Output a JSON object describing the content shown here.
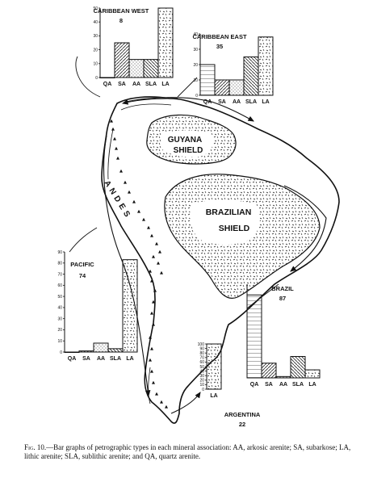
{
  "categories": [
    "QA",
    "SA",
    "AA",
    "SLA",
    "LA"
  ],
  "chart_data": [
    {
      "type": "bar",
      "title": "CARIBBEAN WEST",
      "count": "8",
      "categories": [
        "QA",
        "SA",
        "AA",
        "SLA",
        "LA"
      ],
      "values": [
        0,
        25,
        13,
        13,
        50
      ],
      "ylim": [
        0,
        50
      ],
      "yticks": [
        "0",
        "10",
        "20",
        "30",
        "40",
        "50"
      ]
    },
    {
      "type": "bar",
      "title": "CARIBBEAN EAST",
      "count": "35",
      "categories": [
        "QA",
        "SA",
        "AA",
        "SLA",
        "LA"
      ],
      "values": [
        20,
        10,
        10,
        25,
        38
      ],
      "ylim": [
        0,
        40
      ],
      "yticks": [
        "0",
        "10",
        "20",
        "30",
        "40"
      ]
    },
    {
      "type": "bar",
      "title": "PACIFIC",
      "count": "74",
      "categories": [
        "QA",
        "SA",
        "AA",
        "SLA",
        "LA"
      ],
      "values": [
        0,
        1,
        8,
        3,
        83
      ],
      "ylim": [
        0,
        90
      ],
      "yticks": [
        "0",
        "10",
        "20",
        "30",
        "40",
        "50",
        "60",
        "70",
        "80",
        "90"
      ]
    },
    {
      "type": "bar",
      "title": "BRAZIL",
      "count": "87",
      "categories": [
        "QA",
        "SA",
        "AA",
        "SLA",
        "LA"
      ],
      "values": [
        62,
        11,
        1,
        16,
        6
      ],
      "ylim": [
        0,
        70
      ],
      "yticks": []
    },
    {
      "type": "bar",
      "title": "ARGENTINA",
      "count": "22",
      "categories": [
        "LA"
      ],
      "values": [
        100
      ],
      "ylim": [
        0,
        100
      ],
      "yticks": [
        "0",
        "10",
        "20",
        "30",
        "40",
        "50",
        "60",
        "70",
        "80",
        "90",
        "100"
      ]
    }
  ],
  "map": {
    "labels": {
      "guyana_line1": "GUYANA",
      "guyana_line2": "SHIELD",
      "brazilian_line1": "BRAZILIAN",
      "brazilian_line2": "SHIELD",
      "andes": "ANDES"
    }
  },
  "caption": {
    "fig_label": "Fig. 10.",
    "text": "—Bar graphs of petrographic types in each mineral association: AA, arkosic arenite; SA, subarkose; LA, lithic arenite; SLA, sublithic arenite; and QA, quartz arenite."
  }
}
